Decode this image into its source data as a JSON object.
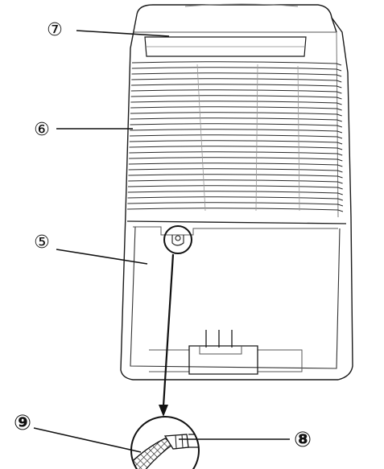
{
  "callouts": {
    "c7": "⑦",
    "c6": "⑥",
    "c5": "⑤",
    "c9": "⑨",
    "c8": "⑧"
  },
  "style": {
    "line_color": "#1a1a1a",
    "light_line_color": "#9a9a9a",
    "background": "#ffffff"
  },
  "icons": {
    "drain_outlet": "drain-outlet-icon",
    "drain_hose": "drain-hose-icon"
  }
}
